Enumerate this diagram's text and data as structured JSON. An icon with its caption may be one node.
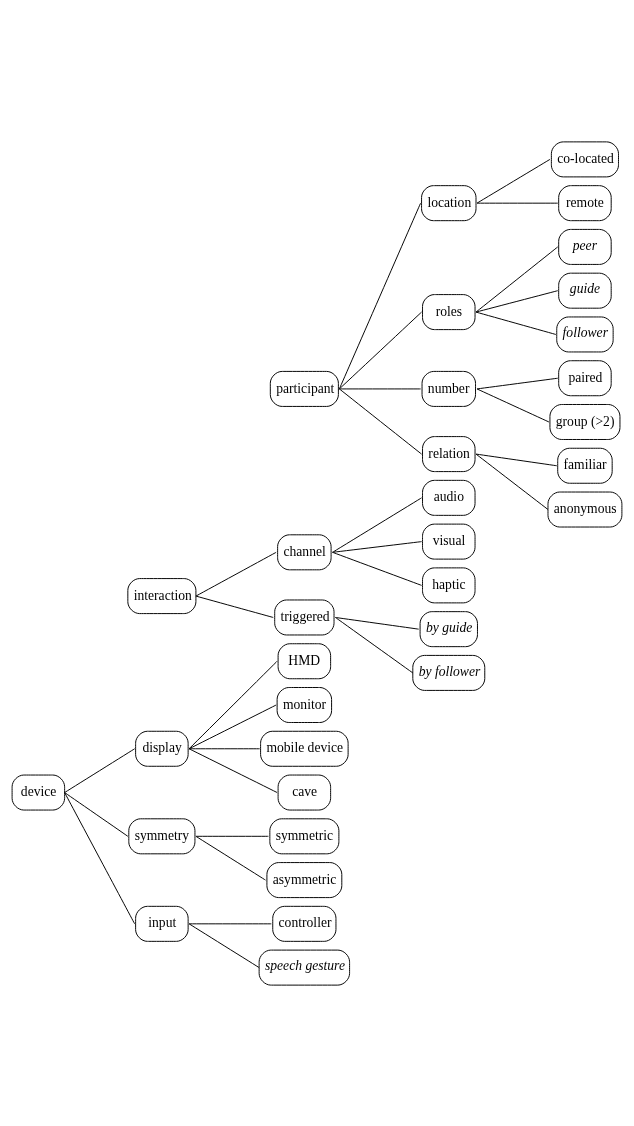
{
  "diagram": {
    "nodes": [
      {
        "text": [
          "participant"
        ]
      },
      {
        "text": [
          "location"
        ]
      },
      {
        "text": [
          "co-located"
        ]
      },
      {
        "text": [
          "remote"
        ]
      },
      {
        "text": [
          "roles"
        ]
      },
      {
        "text": [
          "*peer*"
        ]
      },
      {
        "text": [
          "*guide*"
        ]
      },
      {
        "text": [
          "*follower*"
        ]
      },
      {
        "text": [
          "number"
        ]
      },
      {
        "text": [
          "paired"
        ]
      },
      {
        "text": [
          "group (>2)"
        ]
      },
      {
        "text": [
          "relation"
        ]
      },
      {
        "text": [
          "familiar"
        ]
      },
      {
        "text": [
          "anonymous"
        ]
      },
      {
        "text": [
          "interaction"
        ]
      },
      {
        "text": [
          "channel"
        ]
      },
      {
        "text": [
          "audio"
        ]
      },
      {
        "text": [
          "visual"
        ]
      },
      {
        "text": [
          "haptic"
        ]
      },
      {
        "text": [
          "triggered"
        ]
      },
      {
        "text": [
          "*by guide*"
        ]
      },
      {
        "text": [
          "*by follower*"
        ]
      },
      {
        "text": [
          "device"
        ]
      },
      {
        "text": [
          "display"
        ]
      },
      {
        "text": [
          "HMD"
        ]
      },
      {
        "text": [
          "monitor"
        ]
      },
      {
        "text": [
          "mobile device"
        ]
      },
      {
        "text": [
          "cave"
        ]
      },
      {
        "text": [
          "symmetry"
        ]
      },
      {
        "text": [
          "symmetric"
        ]
      },
      {
        "text": [
          "asymmetric"
        ]
      },
      {
        "text": [
          "input"
        ]
      },
      {
        "text": [
          "controller"
        ]
      },
      {
        "text": [
          "*speech gesture*"
        ]
      }
    ],
    "edges": [
      {
        "from": 0,
        "to": 1,
        "arrow": "none"
      },
      {
        "from": 1,
        "to": 2,
        "arrow": "none"
      },
      {
        "from": 1,
        "to": 3,
        "arrow": "none"
      },
      {
        "from": 0,
        "to": 4,
        "arrow": "none"
      },
      {
        "from": 4,
        "to": 5,
        "arrow": "none"
      },
      {
        "from": 4,
        "to": 6,
        "arrow": "none"
      },
      {
        "from": 4,
        "to": 7,
        "arrow": "none"
      },
      {
        "from": 0,
        "to": 8,
        "arrow": "none"
      },
      {
        "from": 8,
        "to": 9,
        "arrow": "none"
      },
      {
        "from": 8,
        "to": 10,
        "arrow": "none"
      },
      {
        "from": 0,
        "to": 11,
        "arrow": "none"
      },
      {
        "from": 11,
        "to": 12,
        "arrow": "none"
      },
      {
        "from": 11,
        "to": 13,
        "arrow": "none"
      },
      {
        "from": 14,
        "to": 15,
        "arrow": "none"
      },
      {
        "from": 15,
        "to": 16,
        "arrow": "none"
      },
      {
        "from": 15,
        "to": 17,
        "arrow": "none"
      },
      {
        "from": 15,
        "to": 18,
        "arrow": "none"
      },
      {
        "from": 14,
        "to": 19,
        "arrow": "none"
      },
      {
        "from": 19,
        "to": 20,
        "arrow": "none"
      },
      {
        "from": 19,
        "to": 21,
        "arrow": "none"
      },
      {
        "from": 22,
        "to": 23,
        "arrow": "none"
      },
      {
        "from": 23,
        "to": 24,
        "arrow": "none"
      },
      {
        "from": 23,
        "to": 25,
        "arrow": "none"
      },
      {
        "from": 23,
        "to": 26,
        "arrow": "none"
      },
      {
        "from": 23,
        "to": 27,
        "arrow": "none"
      },
      {
        "from": 22,
        "to": 28,
        "arrow": "none"
      },
      {
        "from": 28,
        "to": 29,
        "arrow": "none"
      },
      {
        "from": 28,
        "to": 30,
        "arrow": "none"
      },
      {
        "from": 22,
        "to": 31,
        "arrow": "none"
      },
      {
        "from": 31,
        "to": 32,
        "arrow": "none"
      },
      {
        "from": 31,
        "to": 33,
        "arrow": "none"
      }
    ]
  }
}
